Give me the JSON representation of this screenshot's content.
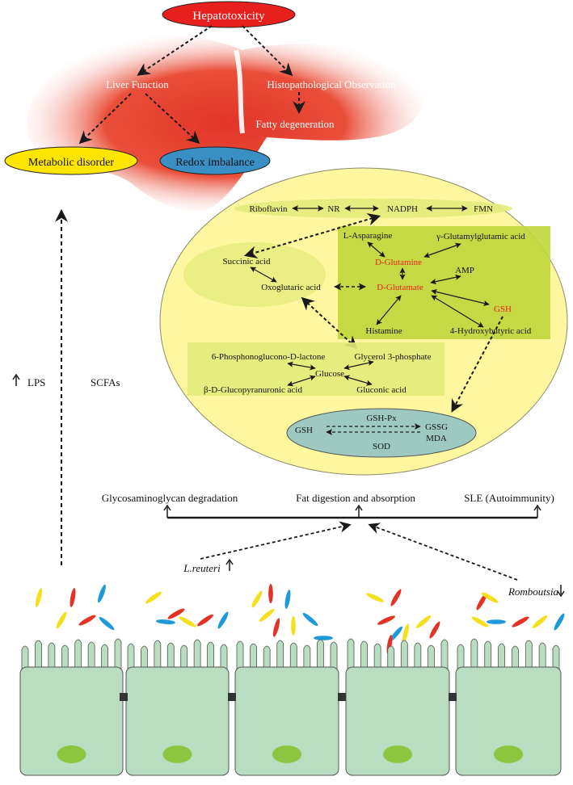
{
  "colors": {
    "hepatotoxicity_fill": "#e8201d",
    "liver_red": "#e02a1e",
    "metabolic_fill": "#ffe500",
    "redox_fill": "#3a8fc4",
    "big_circle_fill": "#fff6a0",
    "green_box_fill": "#bfd63a",
    "light_green_fill": "#e4eb7a",
    "gsh_ellipse_fill": "#9ec9c0",
    "highlight_text": "#e5261d",
    "cell_fill": "#b9ddc0",
    "nucleus_fill": "#8cc53f",
    "bact_yellow": "#f5e01e",
    "bact_red": "#e53226",
    "bact_blue": "#1e9ad8"
  },
  "top": {
    "hepatotoxicity": "Hepatotoxicity",
    "liver_function": "Liver Function",
    "histopathology": "Histopathological Observation",
    "fatty": "Fatty degeneration",
    "metabolic": "Metabolic disorder",
    "redox": "Redox imbalance"
  },
  "left": {
    "lps": "LPS",
    "scfas": "SCFAs"
  },
  "circle": {
    "riboflavin": "Riboflavin",
    "nr": "NR",
    "nadph": "NADPH",
    "fmn": "FMN",
    "l_asparagine": "L-Asparagine",
    "gamma_glu": "γ-Glutamylglutamic acid",
    "d_glutamine": "D-Glutamine",
    "amp": "AMP",
    "succinic": "Succinic acid",
    "oxoglutaric": "Oxoglutaric acid",
    "d_glutamate": "D-Glutamate",
    "gsh_red": "GSH",
    "histamine": "Histamine",
    "hydroxybutyric": "4-Hydroxybutyric acid",
    "phosphonoglucono": "6-Phosphonoglucono-D-lactone",
    "glycerol": "Glycerol 3-phosphate",
    "glucose": "Glucose",
    "glucopyranuronic": "β-D-Glucopyranuronic acid",
    "gluconic": "Gluconic acid",
    "gsh": "GSH",
    "gsh_px": "GSH-Px",
    "gssg": "GSSG",
    "mda": "MDA",
    "sod": "SOD"
  },
  "pathways": {
    "glycosaminoglycan": "Glycosaminoglycan degradation",
    "fat": "Fat digestion and absorption",
    "sle": "SLE (Autoimmunity)"
  },
  "bacteria": {
    "reuteri": "L.reuteri",
    "romboutsia": "Romboutsia"
  }
}
